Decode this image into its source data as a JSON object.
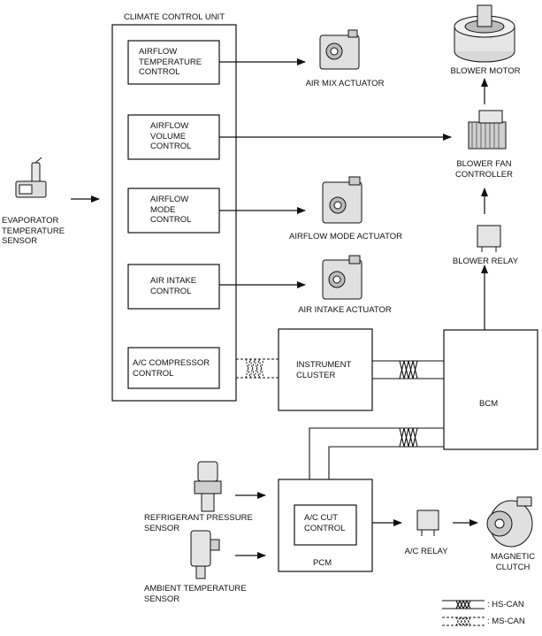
{
  "unit": {
    "title": "CLIMATE CONTROL UNIT",
    "modules": [
      {
        "id": "airflow-temp",
        "label": "AIRFLOW\nTEMPERATURE\nCONTROL"
      },
      {
        "id": "airflow-volume",
        "label": "AIRFLOW\nVOLUME\nCONTROL"
      },
      {
        "id": "airflow-mode",
        "label": "AIRFLOW\nMODE\nCONTROL"
      },
      {
        "id": "air-intake",
        "label": "AIR INTAKE\nCONTROL"
      },
      {
        "id": "ac-compressor",
        "label": "A/C COMPRESSOR\nCONTROL"
      }
    ]
  },
  "components": {
    "evaporator_sensor": "EVAPORATOR\nTEMPERATURE\nSENSOR",
    "air_mix_actuator": "AIR MIX ACTUATOR",
    "airflow_mode_actuator": "AIRFLOW MODE ACTUATOR",
    "air_intake_actuator": "AIR INTAKE ACTUATOR",
    "blower_motor": "BLOWER MOTOR",
    "blower_fan_controller": "BLOWER FAN\nCONTROLLER",
    "blower_relay": "BLOWER RELAY",
    "instrument_cluster": "INSTRUMENT\nCLUSTER",
    "bcm": "BCM",
    "pcm": "PCM",
    "ac_cut_control": "A/C CUT\nCONTROL",
    "ac_relay": "A/C RELAY",
    "magnetic_clutch": "MAGNETIC\nCLUTCH",
    "refrigerant_pressure_sensor": "REFRIGERANT PRESSURE\nSENSOR",
    "ambient_temperature_sensor": "AMBIENT TEMPERATURE\nSENSOR"
  },
  "legend": {
    "hs_can": ": HS-CAN",
    "ms_can": ": MS-CAN"
  }
}
